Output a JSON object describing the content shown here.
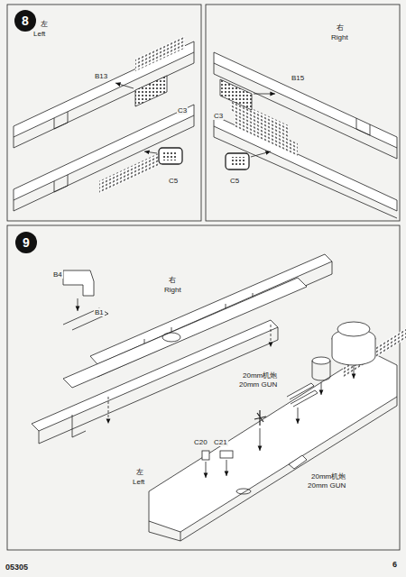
{
  "diagram": {
    "nodes": [
      {
        "text": [
          "8"
        ]
      },
      {
        "text": [
          "9"
        ]
      }
    ],
    "labels": [
      "左",
      "Left",
      "B13",
      "C3",
      "C5",
      "右",
      "Right",
      "B15",
      "C3",
      "C5",
      "B4",
      "B1",
      "右",
      "Right",
      "左",
      "Left",
      "20mm机炮",
      "20mm GUN",
      "C20",
      "C21",
      "20mm机炮",
      "20mm GUN",
      "05305",
      "6"
    ]
  }
}
